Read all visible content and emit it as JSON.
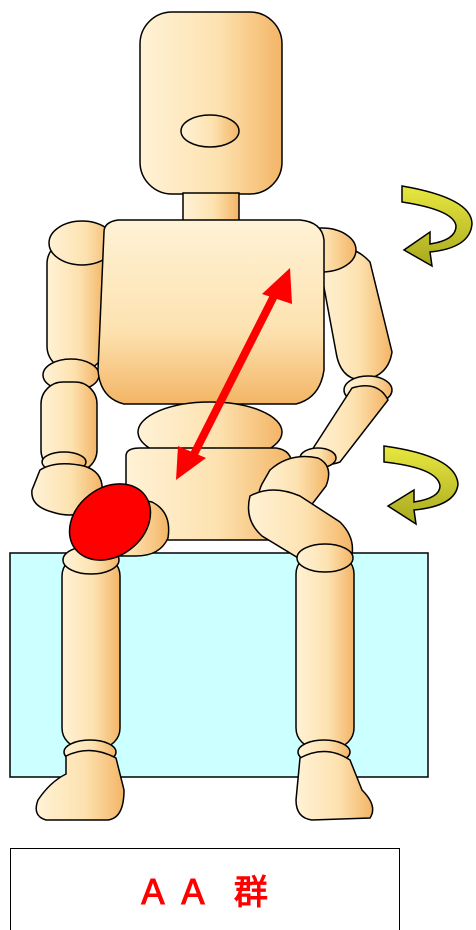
{
  "caption": {
    "text": "ＡＡ 群"
  },
  "colors": {
    "body_fill": "#fde2b0",
    "body_shadow": "#f3b566",
    "outline": "#000000",
    "seat": "#ccffff",
    "marker": "#ff0000",
    "rotation_arrow": "#cccc33"
  },
  "icons": {
    "stretch_arrow": "double-headed-arrow",
    "rotation_arrows": "curved-arrow-left"
  }
}
